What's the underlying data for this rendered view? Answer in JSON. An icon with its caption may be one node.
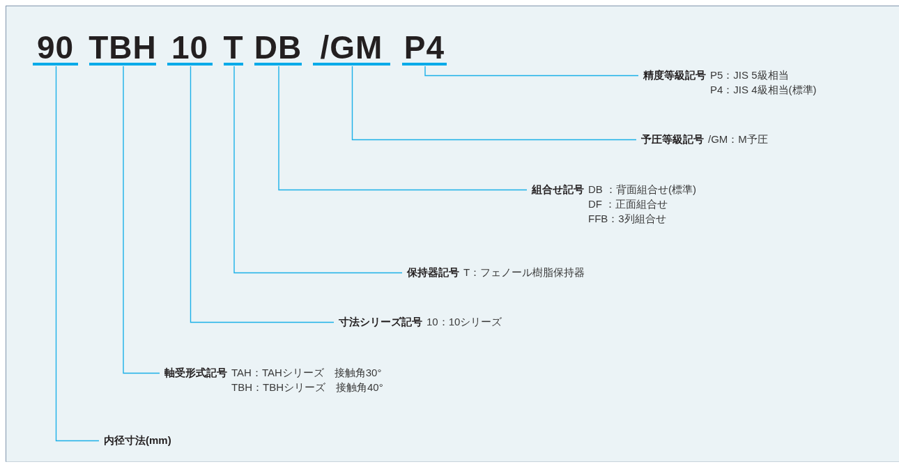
{
  "diagram": {
    "nodes": [
      {
        "text": [
          "90"
        ]
      },
      {
        "text": [
          "TBH"
        ]
      },
      {
        "text": [
          "10"
        ]
      },
      {
        "text": [
          "T"
        ]
      },
      {
        "text": [
          "DB"
        ]
      },
      {
        "text": [
          "/GM"
        ]
      },
      {
        "text": [
          "P4"
        ]
      },
      {
        "text": [
          "精度等級記号",
          "P5：JIS 5級相当",
          "P4：JIS 4級相当(標準)"
        ]
      },
      {
        "text": [
          "予圧等級記号",
          "/GM：M予圧"
        ]
      },
      {
        "text": [
          "組合せ記号",
          "DB ：背面組合せ(標準)",
          "DF ：正面組合せ",
          "FFB：3列組合せ"
        ]
      },
      {
        "text": [
          "保持器記号",
          "T：フェノール樹脂保持器"
        ]
      },
      {
        "text": [
          "寸法シリーズ記号",
          "10：10シリーズ"
        ]
      },
      {
        "text": [
          "軸受形式記号",
          "TAH：TAHシリーズ　接触角30°",
          "TBH：TBHシリーズ　接触角40°"
        ]
      },
      {
        "text": [
          "内径寸法(mm)"
        ]
      }
    ],
    "edges": [
      {
        "from": 6,
        "to": 7,
        "arrow": "none"
      },
      {
        "from": 5,
        "to": 8,
        "arrow": "none"
      },
      {
        "from": 4,
        "to": 9,
        "arrow": "none"
      },
      {
        "from": 3,
        "to": 10,
        "arrow": "none"
      },
      {
        "from": 2,
        "to": 11,
        "arrow": "none"
      },
      {
        "from": 1,
        "to": 12,
        "arrow": "none"
      },
      {
        "from": 0,
        "to": 13,
        "arrow": "none"
      }
    ]
  }
}
